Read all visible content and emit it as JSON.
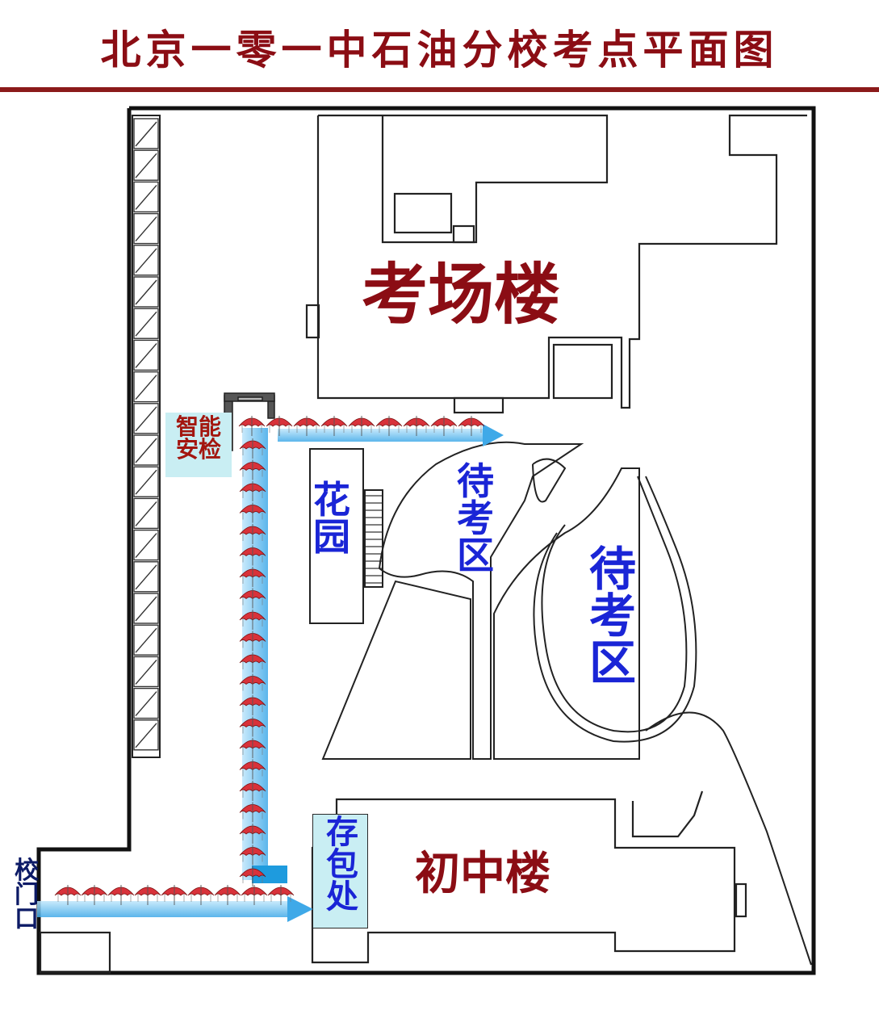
{
  "title": "北京一零一中石油分校考点平面图",
  "labels": {
    "main_building": "考场楼",
    "junior_building": "初中楼",
    "garden": [
      "花",
      "园"
    ],
    "waiting_area_1": [
      "待",
      "考",
      "区"
    ],
    "waiting_area_2": [
      "待",
      "考",
      "区"
    ],
    "bag_storage": [
      "存",
      "包",
      "处"
    ],
    "security_check": [
      "智能",
      "安检"
    ],
    "school_gate": [
      "校",
      "门",
      "口"
    ]
  },
  "colors": {
    "title": "#8b0d14",
    "building_label": "#8b0d14",
    "area_label": "#1a25d6",
    "gate_label": "#0c1a66",
    "security_label": "#a3160f",
    "route_arrow": "#3fa9e8",
    "umbrella": "#d8323a",
    "highlight_box": "#c9eef3"
  },
  "icons": [
    "umbrella-icon",
    "security-gate-icon",
    "route-arrow-icon"
  ]
}
